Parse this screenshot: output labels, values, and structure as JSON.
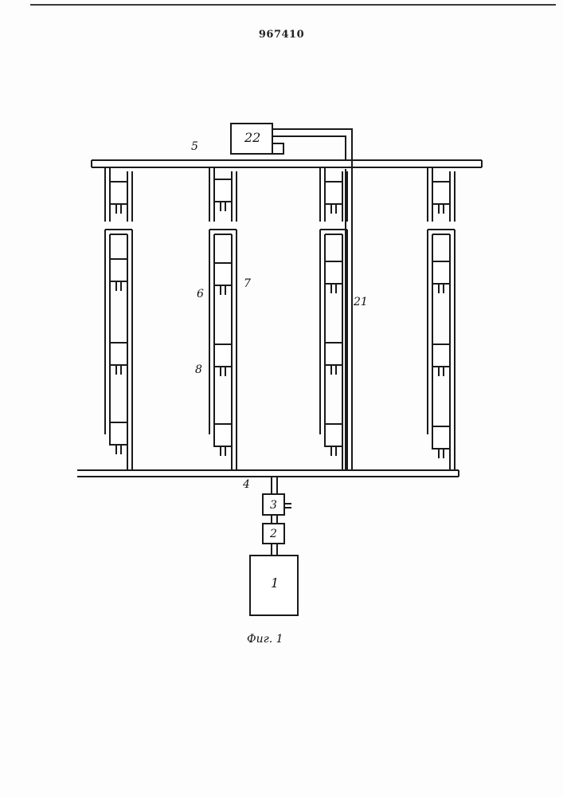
{
  "header": {
    "patent_number": "967410"
  },
  "figure": {
    "caption": "Фиг. 1",
    "labels": {
      "source": "1",
      "unit_2": "2",
      "unit_3": "3",
      "main_line": "4",
      "control_line": "5",
      "element_6": "6",
      "element_7": "7",
      "element_8": "8",
      "pipe_21": "21",
      "controller": "22"
    }
  }
}
